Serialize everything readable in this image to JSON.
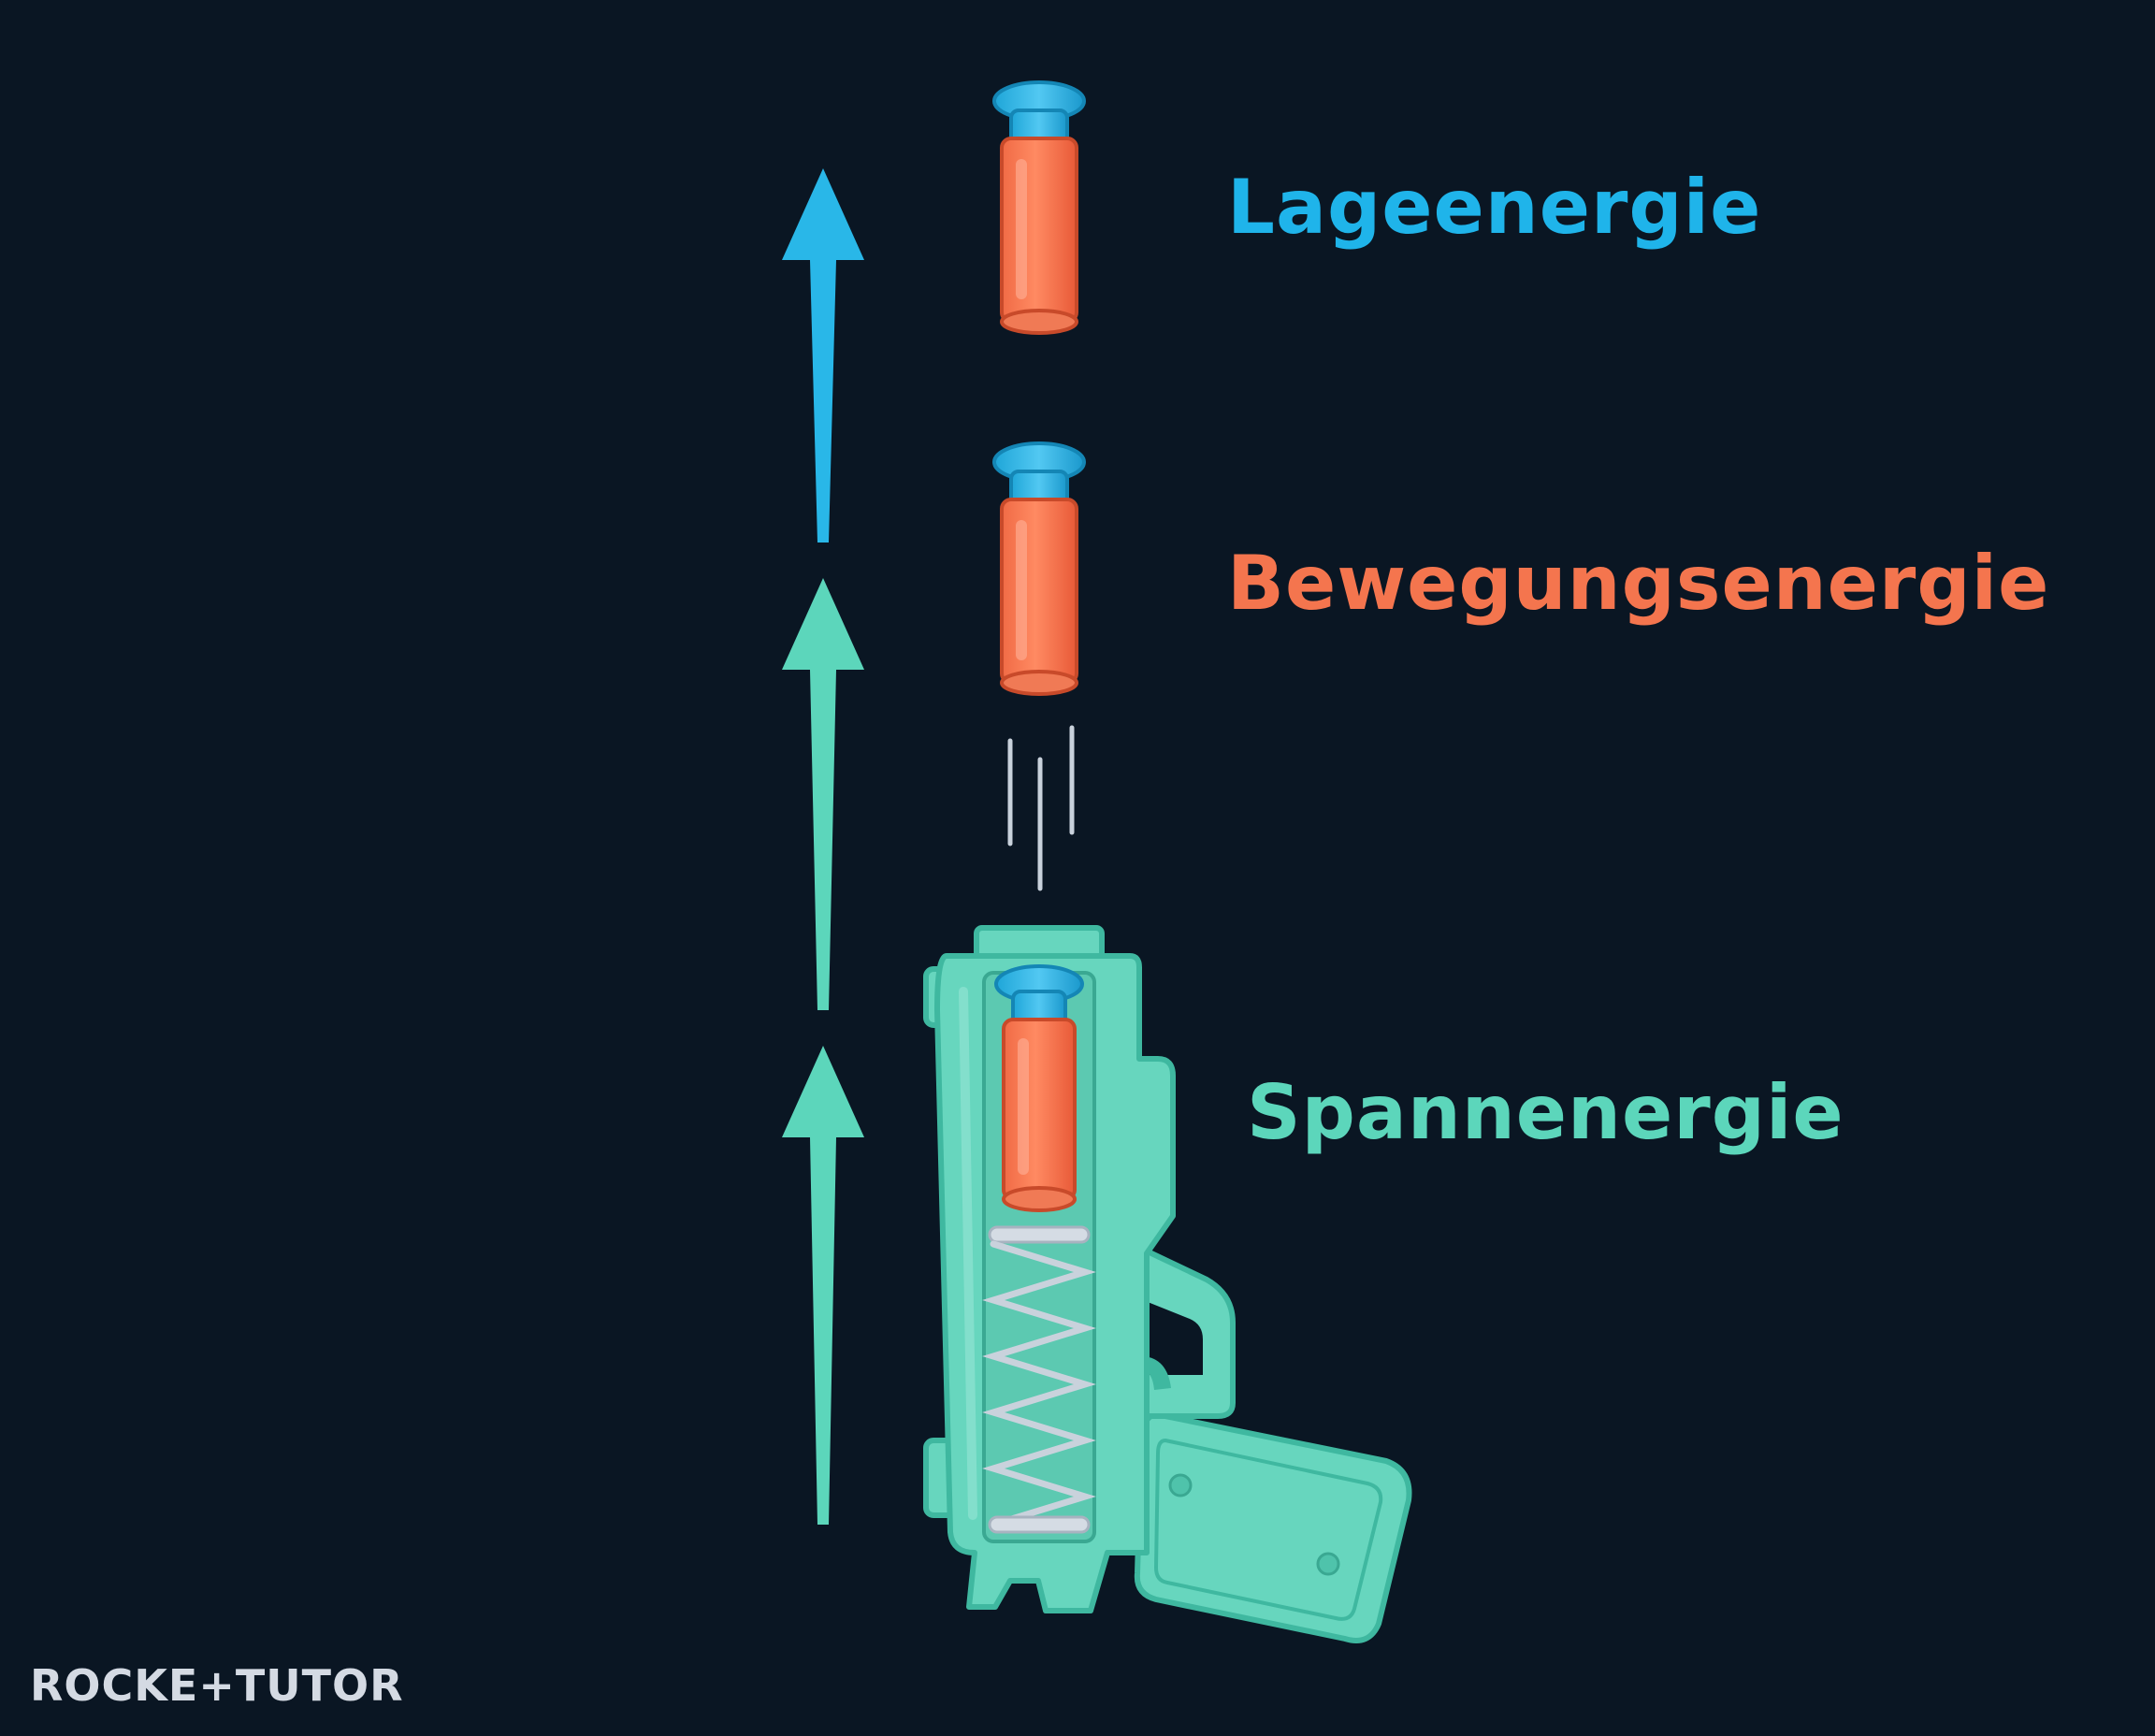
{
  "labels": {
    "potential_energy": "Lageenergie",
    "kinetic_energy": "Bewegungsenergie",
    "spring_energy": "Spannenergie"
  },
  "logo": {
    "text": "ROCKE+TUTOR"
  },
  "colors": {
    "background": "#0a1623",
    "potential_energy": "#1fb4ea",
    "kinetic_energy": "#f4754e",
    "spring_energy": "#5cd6bb",
    "gun_body": "#67d6be",
    "gun_outline": "#3fb8a0",
    "dart_body": "#f4754e",
    "dart_cap": "#2bb6e6",
    "spring": "#c9d2dc"
  },
  "icons": {
    "arrow": "arrow-up-icon",
    "dart": "foam-dart-icon",
    "gun": "dart-gun-icon",
    "spring": "spring-icon",
    "motion": "motion-lines-icon"
  }
}
